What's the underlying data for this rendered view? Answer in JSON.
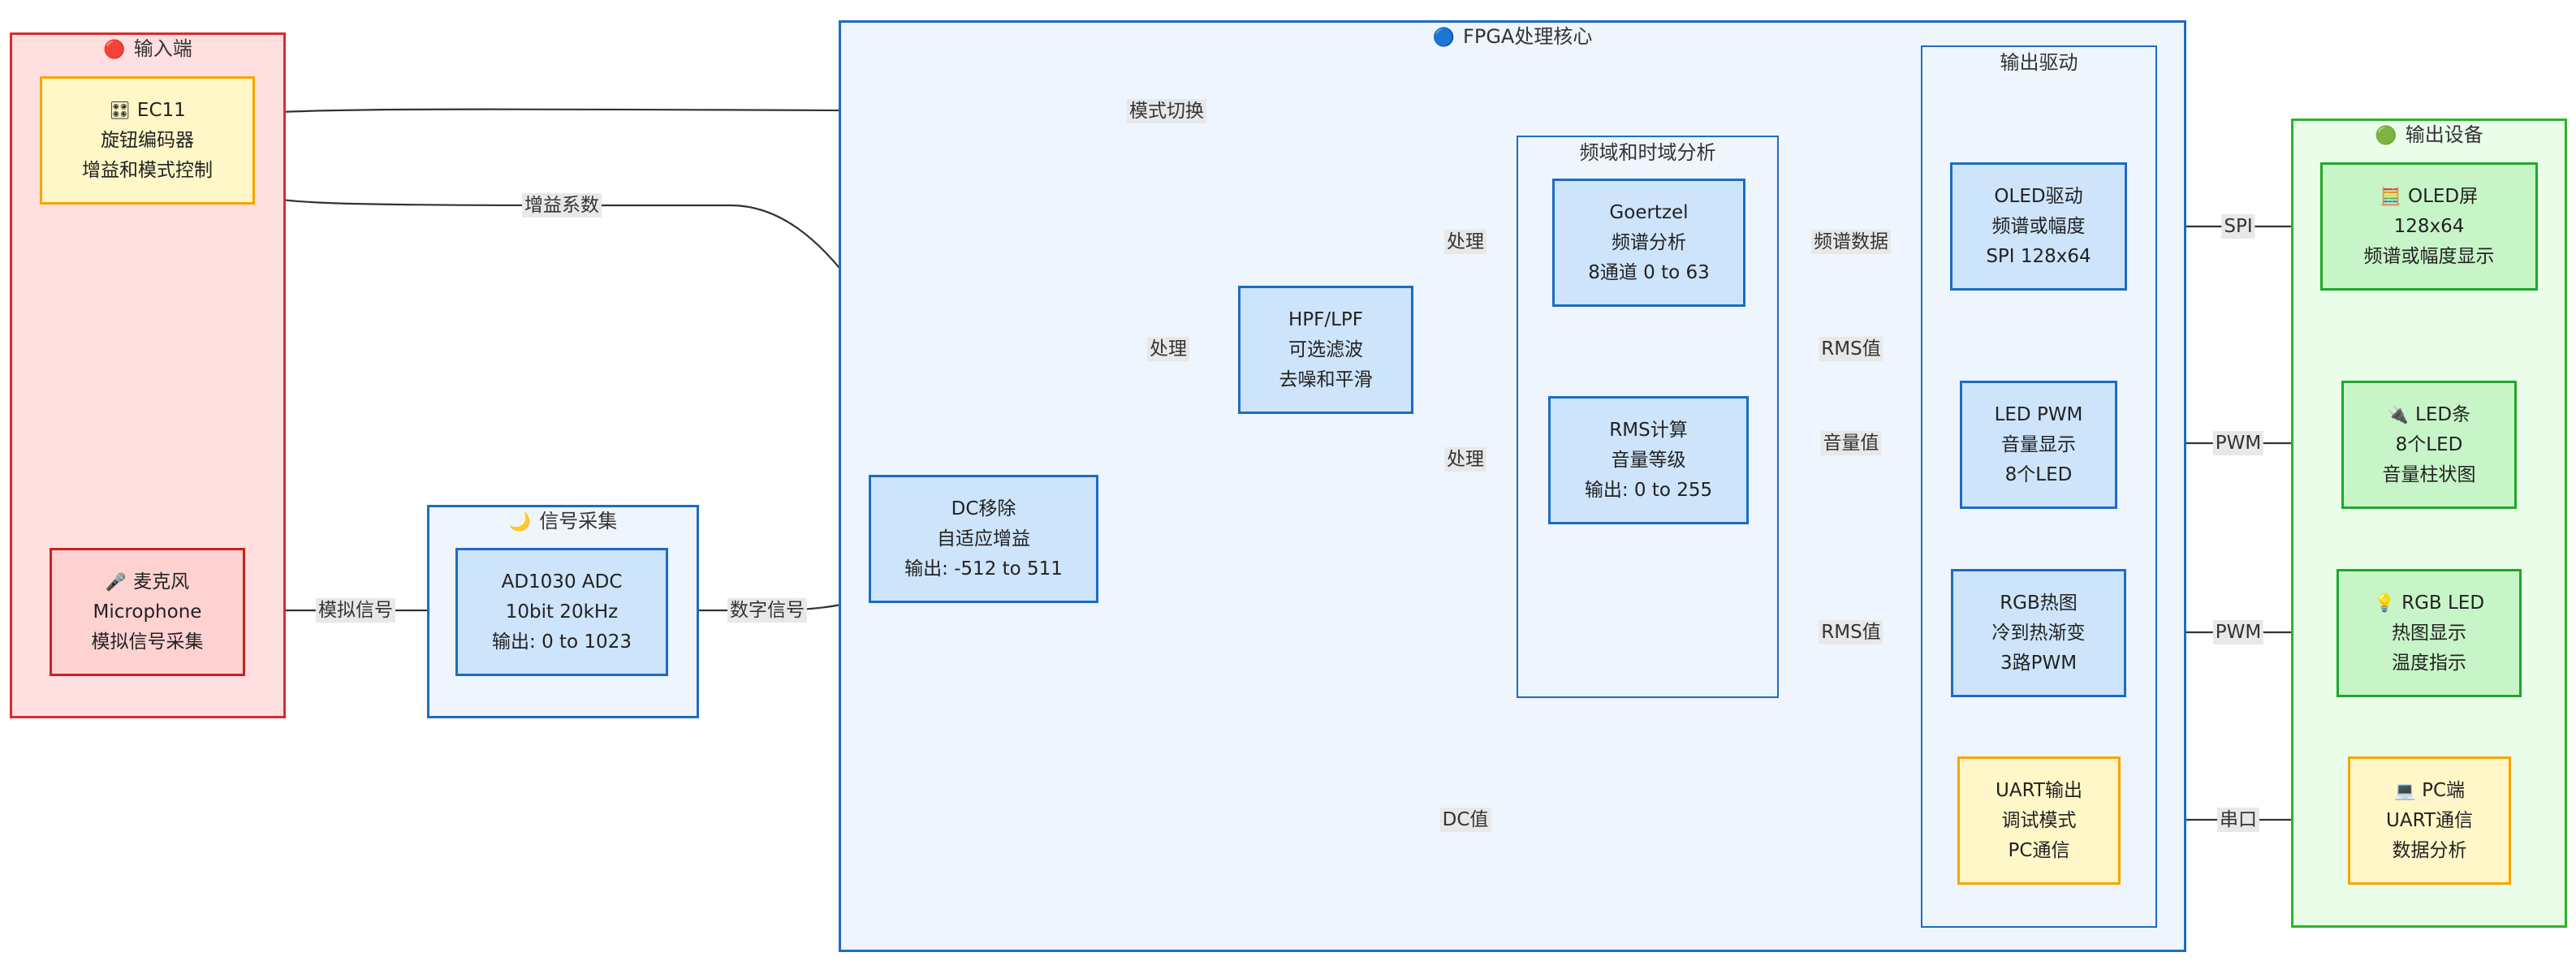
{
  "colors": {
    "input_group_fill": "#ffdfdf",
    "input_group_border": "#d92c2c",
    "fpga_group_fill": "#eff5fd",
    "fpga_group_border": "#1d6cc1",
    "output_group_fill": "#e9fde9",
    "output_group_border": "#2bb52b",
    "node_blue_fill": "#cde4fa",
    "node_blue_border": "#1d6cc1",
    "node_yellow_fill": "#fff7c8",
    "node_yellow_border": "#f7a500",
    "node_red_fill": "#ffd2d2",
    "node_red_border": "#cc1f1f",
    "node_green_fill": "#c8f5c8",
    "node_green_border": "#1fa72a",
    "edge": "#333333",
    "edge_label_bg": "#e8e8e8"
  },
  "groups": {
    "input": {
      "title": "输入端",
      "icon": "red-circle-icon",
      "glyph": "🔴"
    },
    "signal": {
      "title": "信号采集",
      "icon": "crescent-moon-icon",
      "glyph": "🌙"
    },
    "fpga": {
      "title": "FPGA处理核心",
      "icon": "blue-circle-icon",
      "glyph": "🔵"
    },
    "analysis": {
      "title": "频域和时域分析"
    },
    "drive": {
      "title": "输出驱动"
    },
    "device": {
      "title": "输出设备",
      "icon": "green-circle-icon",
      "glyph": "🟢"
    }
  },
  "nodes": {
    "ec11": {
      "icon": "dial-grid-icon",
      "glyph": "🎛",
      "lines": [
        "EC11",
        "旋钮编码器",
        "增益和模式控制"
      ]
    },
    "mic": {
      "icon": "microphone-icon",
      "glyph": "🎤",
      "lines": [
        "麦克风",
        "Microphone",
        "模拟信号采集"
      ]
    },
    "adc": {
      "lines": [
        "AD1030 ADC",
        "10bit 20kHz",
        "输出: 0 to 1023"
      ]
    },
    "dc": {
      "lines": [
        "DC移除",
        "自适应增益",
        "输出: -512 to 511"
      ]
    },
    "filter": {
      "lines": [
        "HPF/LPF",
        "可选滤波",
        "去噪和平滑"
      ]
    },
    "goertzel": {
      "lines": [
        "Goertzel",
        "频谱分析",
        "8通道 0 to 63"
      ]
    },
    "rms": {
      "lines": [
        "RMS计算",
        "音量等级",
        "输出: 0 to 255"
      ]
    },
    "oled_drv": {
      "lines": [
        "OLED驱动",
        "频谱或幅度",
        "SPI 128x64"
      ]
    },
    "led_pwm": {
      "lines": [
        "LED PWM",
        "音量显示",
        "8个LED"
      ]
    },
    "rgb": {
      "lines": [
        "RGB热图",
        "冷到热渐变",
        "3路PWM"
      ]
    },
    "uart": {
      "lines": [
        "UART输出",
        "调试模式",
        "PC通信"
      ]
    },
    "oled_dev": {
      "icon": "abacus-icon",
      "glyph": "🧮",
      "lines": [
        "OLED屏",
        "128x64",
        "频谱或幅度显示"
      ]
    },
    "ledbar": {
      "icon": "plug-icon",
      "glyph": "🔌",
      "lines": [
        "LED条",
        "8个LED",
        "音量柱状图"
      ]
    },
    "rgbled": {
      "icon": "light-bulb-icon",
      "glyph": "💡",
      "lines": [
        "RGB LED",
        "热图显示",
        "温度指示"
      ]
    },
    "pc": {
      "icon": "laptop-icon",
      "glyph": "💻",
      "lines": [
        "PC端",
        "UART通信",
        "数据分析"
      ]
    }
  },
  "edges": {
    "mode_switch": "模式切换",
    "gain_coef": "增益系数",
    "analog_signal": "模拟信号",
    "digital_signal": "数字信号",
    "process_1": "处理",
    "process_2": "处理",
    "process_3": "处理",
    "spectrum_data": "频谱数据",
    "rms_to_oled": "RMS值",
    "volume_value": "音量值",
    "rms_to_rgb": "RMS值",
    "dc_value": "DC值",
    "spi": "SPI",
    "pwm_led": "PWM",
    "pwm_rgb": "PWM",
    "serial": "串口"
  }
}
